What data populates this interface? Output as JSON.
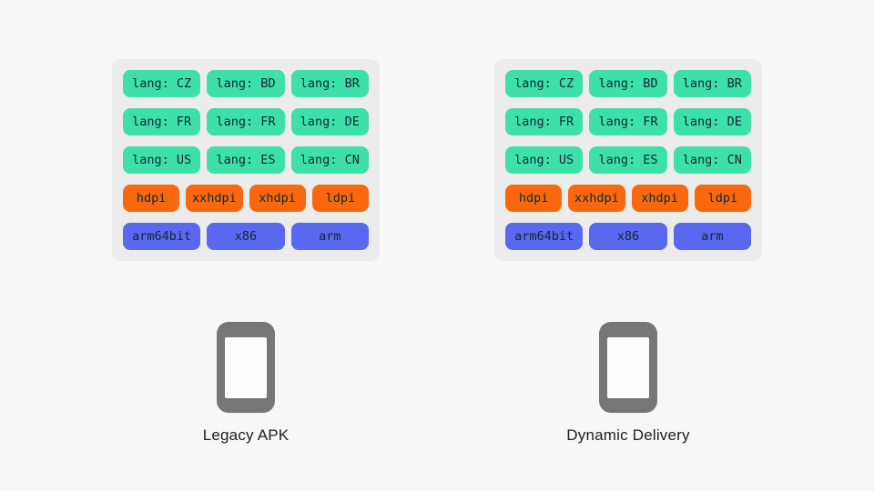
{
  "slide": {
    "background": "#f7f7f7"
  },
  "colors": {
    "panel_bg": "#ececec",
    "lang_chip_green": "#3ee0aa",
    "density_chip_orange": "#f8690f",
    "abi_chip_blue": "#5a68f0",
    "chip_text": "#102734",
    "caption_text": "#1d1d1d",
    "phone_gray": "#767676"
  },
  "panels": [
    {
      "caption": "Legacy APK",
      "rows": [
        {
          "chips": [
            "lang: CZ",
            "lang: BD",
            "lang: BR"
          ]
        },
        {
          "chips": [
            "lang: FR",
            "lang: FR",
            "lang: DE"
          ]
        },
        {
          "chips": [
            "lang: US",
            "lang: ES",
            "lang: CN"
          ]
        },
        {
          "chips": [
            "hdpi",
            "xxhdpi",
            "xhdpi",
            "ldpi"
          ]
        },
        {
          "chips": [
            "arm64bit",
            "x86",
            "arm"
          ]
        }
      ]
    },
    {
      "caption": "Dynamic Delivery",
      "rows": [
        {
          "chips": [
            "lang: CZ",
            "lang: BD",
            "lang: BR"
          ]
        },
        {
          "chips": [
            "lang: FR",
            "lang: FR",
            "lang: DE"
          ]
        },
        {
          "chips": [
            "lang: US",
            "lang: ES",
            "lang: CN"
          ]
        },
        {
          "chips": [
            "hdpi",
            "xxhdpi",
            "xhdpi",
            "ldpi"
          ]
        },
        {
          "chips": [
            "arm64bit",
            "x86",
            "arm"
          ]
        }
      ]
    }
  ]
}
